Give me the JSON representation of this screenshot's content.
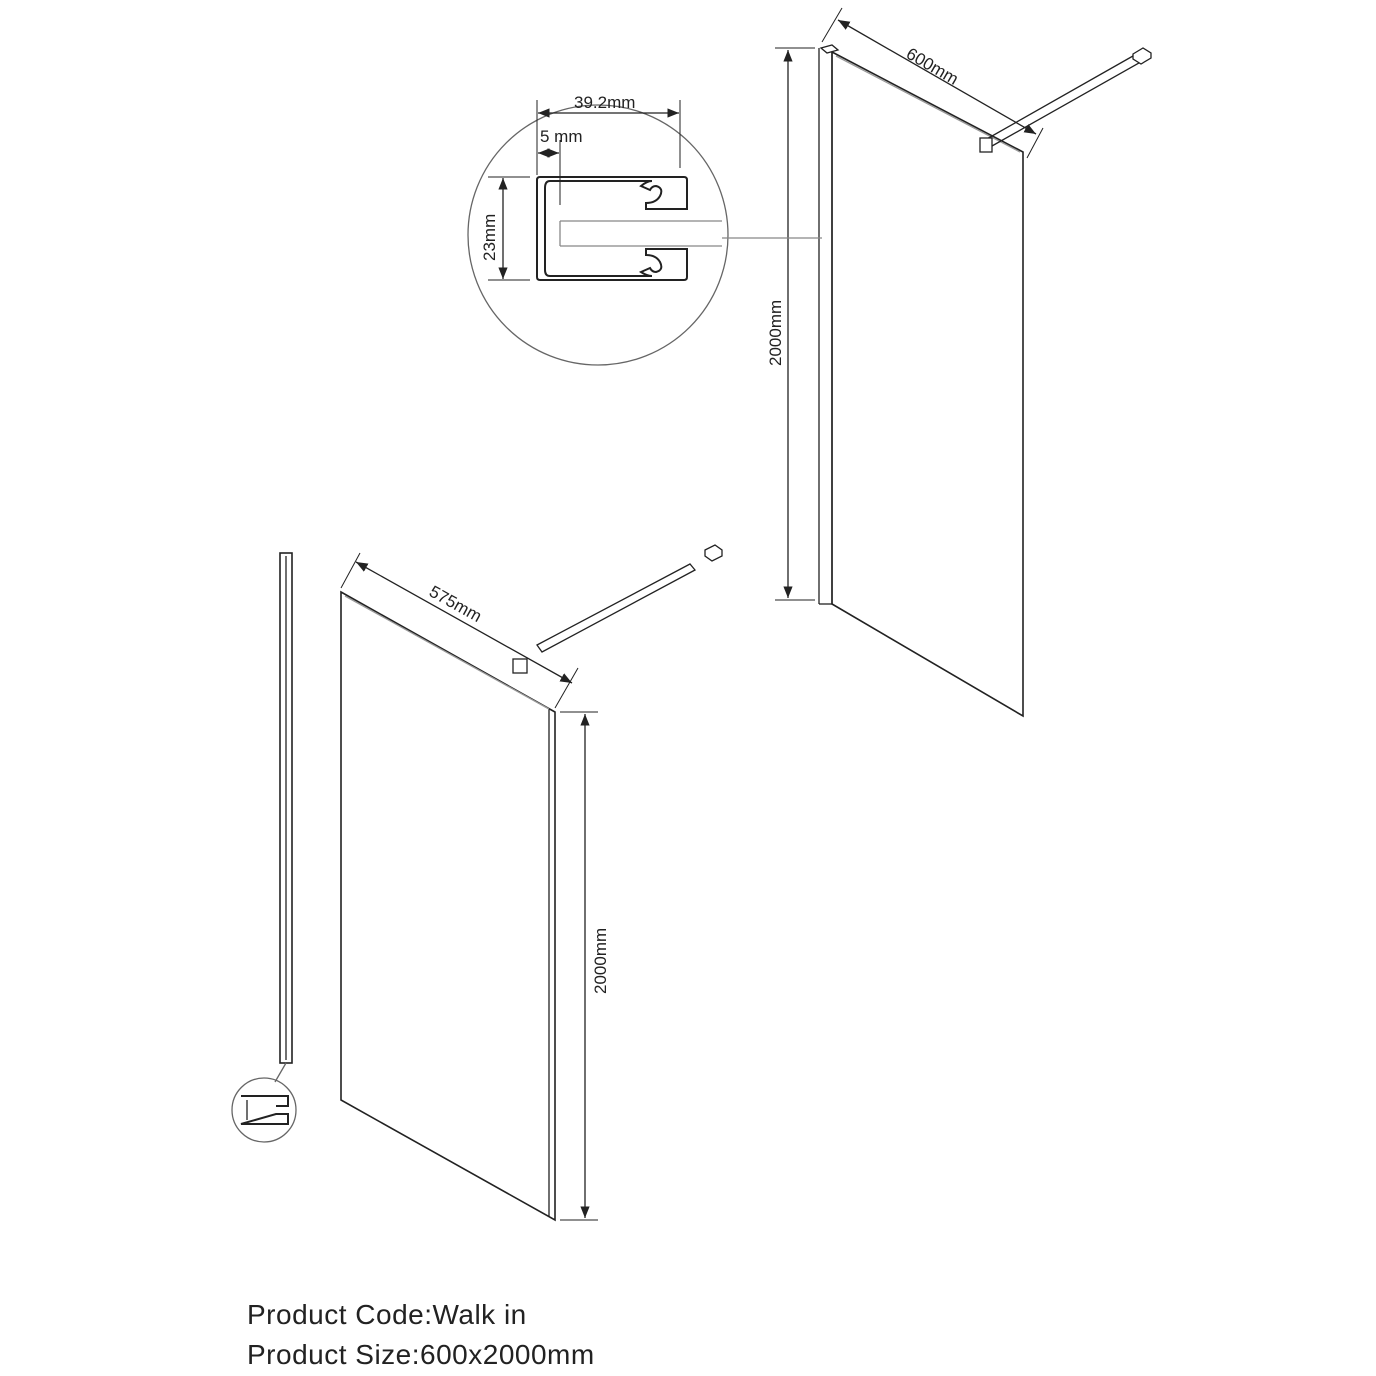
{
  "drawing": {
    "top_panel": {
      "width_label": "600mm",
      "height_label": "2000mm"
    },
    "profile_detail": {
      "overall_width_label": "39.2mm",
      "glass_slot_label": "5 mm",
      "height_label": "23mm"
    },
    "bottom_panel": {
      "width_label": "575mm",
      "height_label": "2000mm"
    }
  },
  "product_info": {
    "code_label": "Product Code:",
    "code_value": "Walk in",
    "size_label": "Product Size:",
    "size_value": "600x2000mm"
  },
  "colors": {
    "line": "#222222",
    "background": "#ffffff"
  }
}
